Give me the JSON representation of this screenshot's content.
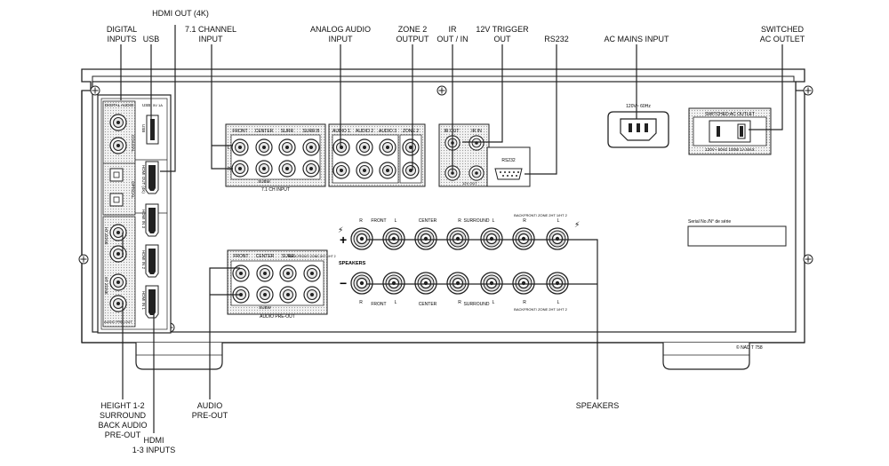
{
  "callouts": {
    "digital_inputs": [
      "DIGITAL",
      "INPUTS"
    ],
    "usb": "USB",
    "hdmi_out": "HDMI OUT (4K)",
    "ch71_input": [
      "7.1 CHANNEL",
      "INPUT"
    ],
    "analog_audio_input": [
      "ANALOG AUDIO",
      "INPUT"
    ],
    "zone2_output": [
      "ZONE 2",
      "OUTPUT"
    ],
    "ir": [
      "IR",
      "OUT / IN"
    ],
    "trigger": [
      "12V TRIGGER",
      "OUT"
    ],
    "rs232": "RS232",
    "ac_mains": "AC MAINS INPUT",
    "switched_ac": [
      "SWITCHED",
      "AC OUTLET"
    ],
    "height_surround": [
      "HEIGHT 1-2",
      "SURROUND",
      "BACK AUDIO",
      "PRE-OUT"
    ],
    "hdmi_inputs": [
      "HDMI",
      "1-3 INPUTS"
    ],
    "audio_preout": [
      "AUDIO",
      "PRE-OUT"
    ],
    "speakers": "SPEAKERS"
  },
  "panel": {
    "digital_audio": "DIGITAL AUDIO",
    "usb_label": "USB",
    "usb_5v": "5V 1A",
    "coaxial": "COAXIAL",
    "optical": "OPTICAL",
    "hdmi_out_label": "HDMI OUT (4K)",
    "hdmi_in_3": "HDMI IN 3",
    "hdmi_in_2": "HDMI IN 2",
    "hdmi_in_1": "HDMI IN 1",
    "ht_zone": "HT ZONE",
    "audio_pre_out_side": "AUDIO PRE-OUT",
    "ch71_heads": [
      "FRONT",
      "CENTER",
      "SURR",
      "SURR B"
    ],
    "subw": "SUBW",
    "ch71_input_label": "7.1 CH INPUT",
    "audio_heads": [
      "AUDIO 1",
      "AUDIO 2",
      "AUDIO 3",
      "ZONE 2"
    ],
    "ir_out": "IR OUT",
    "ir_in": "IR IN",
    "rs232_label": "RS232",
    "trigger_label": "12V OUT",
    "ac_rating": "120V~ 60Hz",
    "switched_outlet_title": "SWITCHED AC OUTLET",
    "switched_outlet_rating": "120V~ 60Hz 100W 1A MAX",
    "preout_heads": [
      "FRONT",
      "CENTER",
      "SURR",
      "BACK FRONT/ ZONE 2HT 1/HT 2"
    ],
    "preout_subw": "SUBW",
    "preout_label": "AUDIO PRE-OUT",
    "speakers_label": "SPEAKERS",
    "speaker_heads_top": [
      "R",
      "FRONT",
      "L",
      "CENTER",
      "R",
      "SURROUND",
      "L",
      "R",
      "BACKFRONT/ ZONE 2HT 1/HT 2",
      "L"
    ],
    "speaker_heads_bottom": [
      "R",
      "FRONT",
      "L",
      "CENTER",
      "R",
      "SURROUND",
      "L",
      "R",
      "BACKFRONT/ ZONE 2HT 1/HT 2",
      "L"
    ],
    "plus": "+",
    "minus": "−",
    "serial": "Serial No./N° de série",
    "model": "© NAD  T 758",
    "r": "R",
    "l": "L"
  }
}
